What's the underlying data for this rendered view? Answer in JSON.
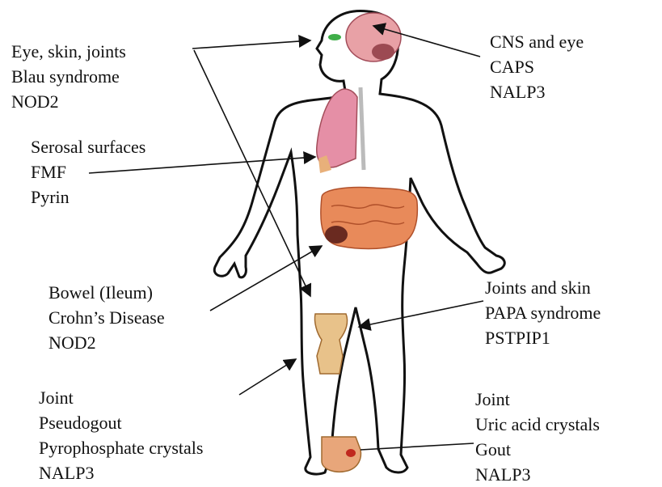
{
  "labels": {
    "eye_skin_joints": {
      "line1": "Eye, skin, joints",
      "line2": "Blau syndrome",
      "line3": "NOD2"
    },
    "serosal": {
      "line1": "Serosal surfaces",
      "line2": "FMF",
      "line3": "Pyrin"
    },
    "bowel": {
      "line1": "Bowel (Ileum)",
      "line2": "Crohn’s Disease",
      "line3": "NOD2"
    },
    "joint_pseudogout": {
      "line1": "Joint",
      "line2": "Pseudogout",
      "line3": "Pyrophosphate crystals",
      "line4": "NALP3"
    },
    "cns_eye": {
      "line1": "CNS and eye",
      "line2": "CAPS",
      "line3": "NALP3"
    },
    "joints_skin": {
      "line1": "Joints and skin",
      "line2": "PAPA syndrome",
      "line3": "PSTPIP1"
    },
    "joint_gout": {
      "line1": "Joint",
      "line2": "Uric acid crystals",
      "line3": "Gout",
      "line4": "NALP3"
    }
  },
  "colors": {
    "outline": "#111111",
    "brain": "#e8a1a6",
    "lung": "#e58fa6",
    "bowel": "#e88a5a",
    "knee": "#e8c28a",
    "foot": "#e8a67a",
    "eye": "#3fae49"
  }
}
